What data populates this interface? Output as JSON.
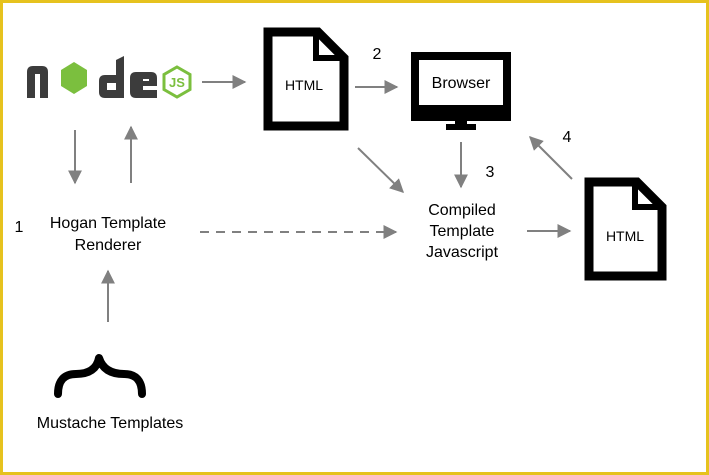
{
  "colors": {
    "frame_border": "#e6c21e",
    "arrow": "#808080",
    "node_dark": "#3c3c3c",
    "node_green": "#7bbf3e",
    "document": "#000000",
    "text": "#000000"
  },
  "logo": {
    "icon": "nodejs-logo-icon"
  },
  "documents": {
    "top_label": "HTML",
    "right_label": "HTML",
    "icon": "document-icon"
  },
  "browser": {
    "label": "Browser",
    "icon": "monitor-icon"
  },
  "renderer": {
    "line1": "Hogan Template",
    "line2": "Renderer"
  },
  "compiled": {
    "line1": "Compiled",
    "line2": "Template",
    "line3": "Javascript"
  },
  "mustache": {
    "label": "Mustache Templates",
    "icon": "curly-braces-icon"
  },
  "steps": {
    "one": "1",
    "two": "2",
    "three": "3",
    "four": "4"
  }
}
